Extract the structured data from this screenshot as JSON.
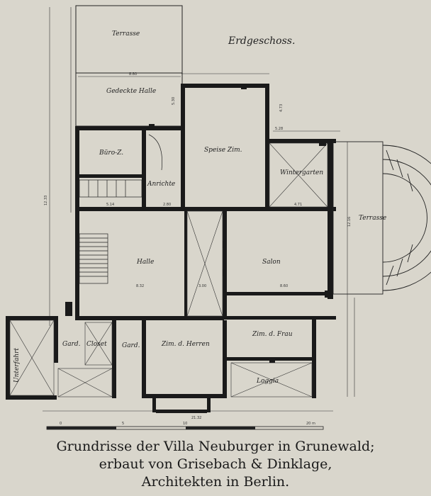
{
  "plan": {
    "floor_title": "Erdgeschoss.",
    "rooms": {
      "terrasse_top": "Terrasse",
      "halle_covered": "Gedeckte Halle",
      "buero": "Büro-Z.",
      "anrichte": "Anrichte",
      "speise": "Speise Zim.",
      "wintergarten": "Wintergarten",
      "terrasse_right": "Terrasse",
      "halle": "Halle",
      "salon": "Salon",
      "frau": "Zim. d. Frau",
      "herren": "Zim. d. Herren",
      "loggia": "Loggia",
      "unterfahrt": "Unterfahrt",
      "gard1": "Gard.",
      "gard2": "Gard.",
      "closet": "Closet"
    },
    "dimensions": {
      "d1": "8.80",
      "d2": "5.30",
      "d3": "4.73",
      "d4": "5.28",
      "d5": "5.14",
      "d6": "2.80",
      "d7": "4.71",
      "d8": "12.16",
      "d9": "8.32",
      "d10": "8.60",
      "d11": "3.00",
      "d12": "21.32",
      "d13": "12.33",
      "d14": "0",
      "d15": "5",
      "d16": "10",
      "d17": "20 m"
    }
  },
  "caption": {
    "line1": "Grundrisse der Villa Neuburger in Grunewald;",
    "line2": "erbaut von Grisebach & Dinklage,",
    "line3": "Architekten in Berlin."
  }
}
